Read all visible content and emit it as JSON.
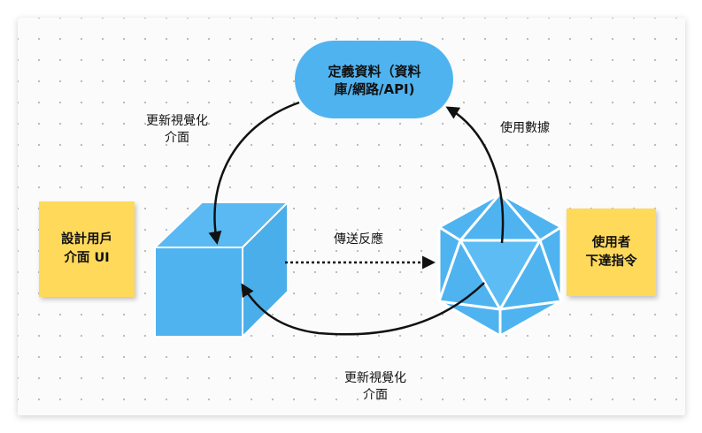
{
  "nodes": {
    "data_source": "定義資料（資料\n庫/網路/API)",
    "ui_design": "設計用戶\n介面 UI",
    "user_commands": "使用者\n下達指令"
  },
  "edges": {
    "update_visual_top": "更新視覺化\n介面",
    "use_data": "使用數據",
    "send_feedback": "傳送反應",
    "update_visual_bottom": "更新視覺化\n介面"
  },
  "colors": {
    "shape_blue": "#4fb3f0",
    "sticky_yellow": "#ffd95a",
    "arrow": "#111111"
  }
}
